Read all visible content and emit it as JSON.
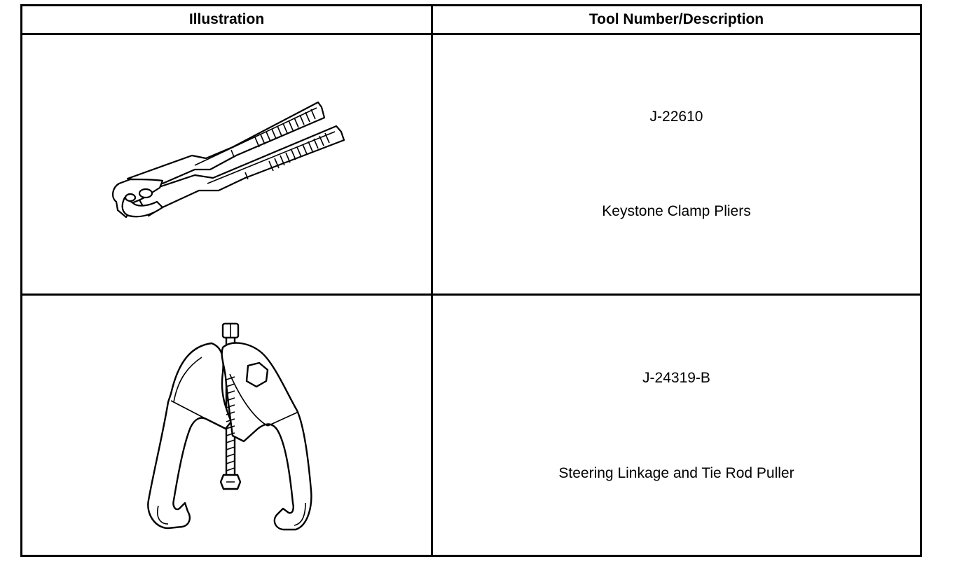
{
  "header": {
    "illustration": "Illustration",
    "tool_desc": "Tool Number/Description"
  },
  "rows": [
    {
      "illustration_icon": "keystone-clamp-pliers-icon",
      "tool_number": "J-22610",
      "description": "Keystone Clamp Pliers"
    },
    {
      "illustration_icon": "tie-rod-puller-icon",
      "tool_number": "J-24319-B",
      "description": "Steering Linkage and Tie Rod Puller"
    }
  ]
}
